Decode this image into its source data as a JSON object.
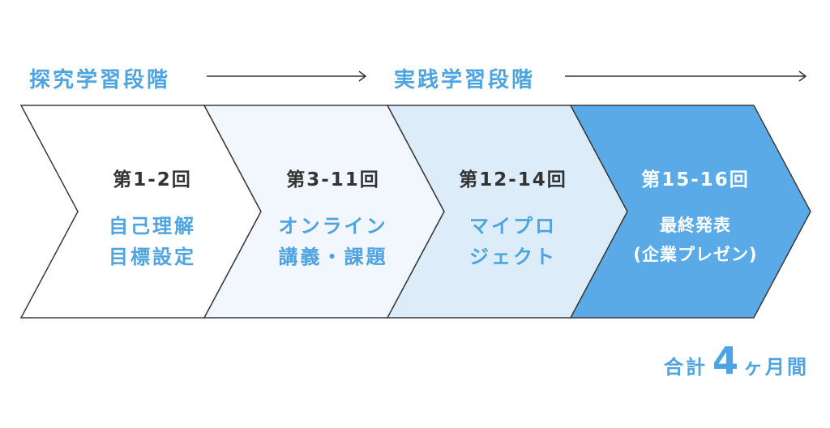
{
  "phases": {
    "exploration": "探究学習段階",
    "practice": "実践学習段階"
  },
  "steps": [
    {
      "session": "第1-2回",
      "title_lines": [
        "自己理解",
        "目標設定"
      ]
    },
    {
      "session": "第3-11回",
      "title_lines": [
        "オンライン",
        "講義・課題"
      ]
    },
    {
      "session": "第12-14回",
      "title_lines": [
        "マイプロ",
        "ジェクト"
      ]
    },
    {
      "session": "第15-16回",
      "title_lines": [
        "最終発表",
        "(企業プレゼン)"
      ]
    }
  ],
  "total": {
    "prefix": "合計",
    "number": "4",
    "suffix": "ヶ月間"
  },
  "colors": {
    "accent": "#4ea4e0",
    "step1_fill": "#ffffff",
    "step2_fill": "#f1f7fc",
    "step3_fill": "#ddecf9",
    "step4_fill": "#5aaae8",
    "outline": "#3a3a3a"
  }
}
